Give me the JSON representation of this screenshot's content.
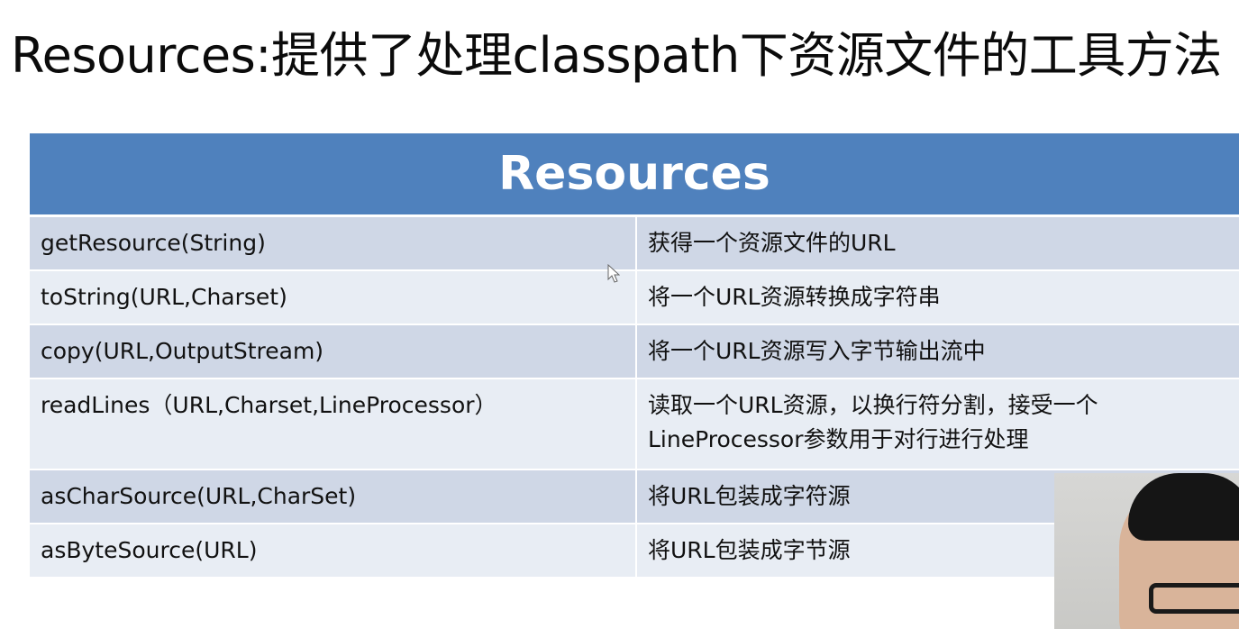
{
  "slide": {
    "title": "Resources:提供了处理classpath下资源文件的工具方法"
  },
  "table": {
    "header": "Resources",
    "rows": [
      {
        "method": "getResource(String)",
        "description": "获得一个资源文件的URL"
      },
      {
        "method": "toString(URL,Charset)",
        "description": "将一个URL资源转换成字符串"
      },
      {
        "method": "copy(URL,OutputStream)",
        "description": "将一个URL资源写入字节输出流中"
      },
      {
        "method": "readLines（URL,Charset,LineProcessor）",
        "description": "读取一个URL资源，以换行符分割，接受一个LineProcessor参数用于对行进行处理"
      },
      {
        "method": "asCharSource(URL,CharSet)",
        "description": "将URL包装成字符源"
      },
      {
        "method": "asByteSource(URL)",
        "description": "将URL包装成字节源"
      }
    ]
  },
  "colors": {
    "header_bg": "#4f81bd",
    "row_odd": "#cfd7e6",
    "row_even": "#e8edf4"
  },
  "icons": {
    "cursor": "mouse-pointer-icon"
  }
}
